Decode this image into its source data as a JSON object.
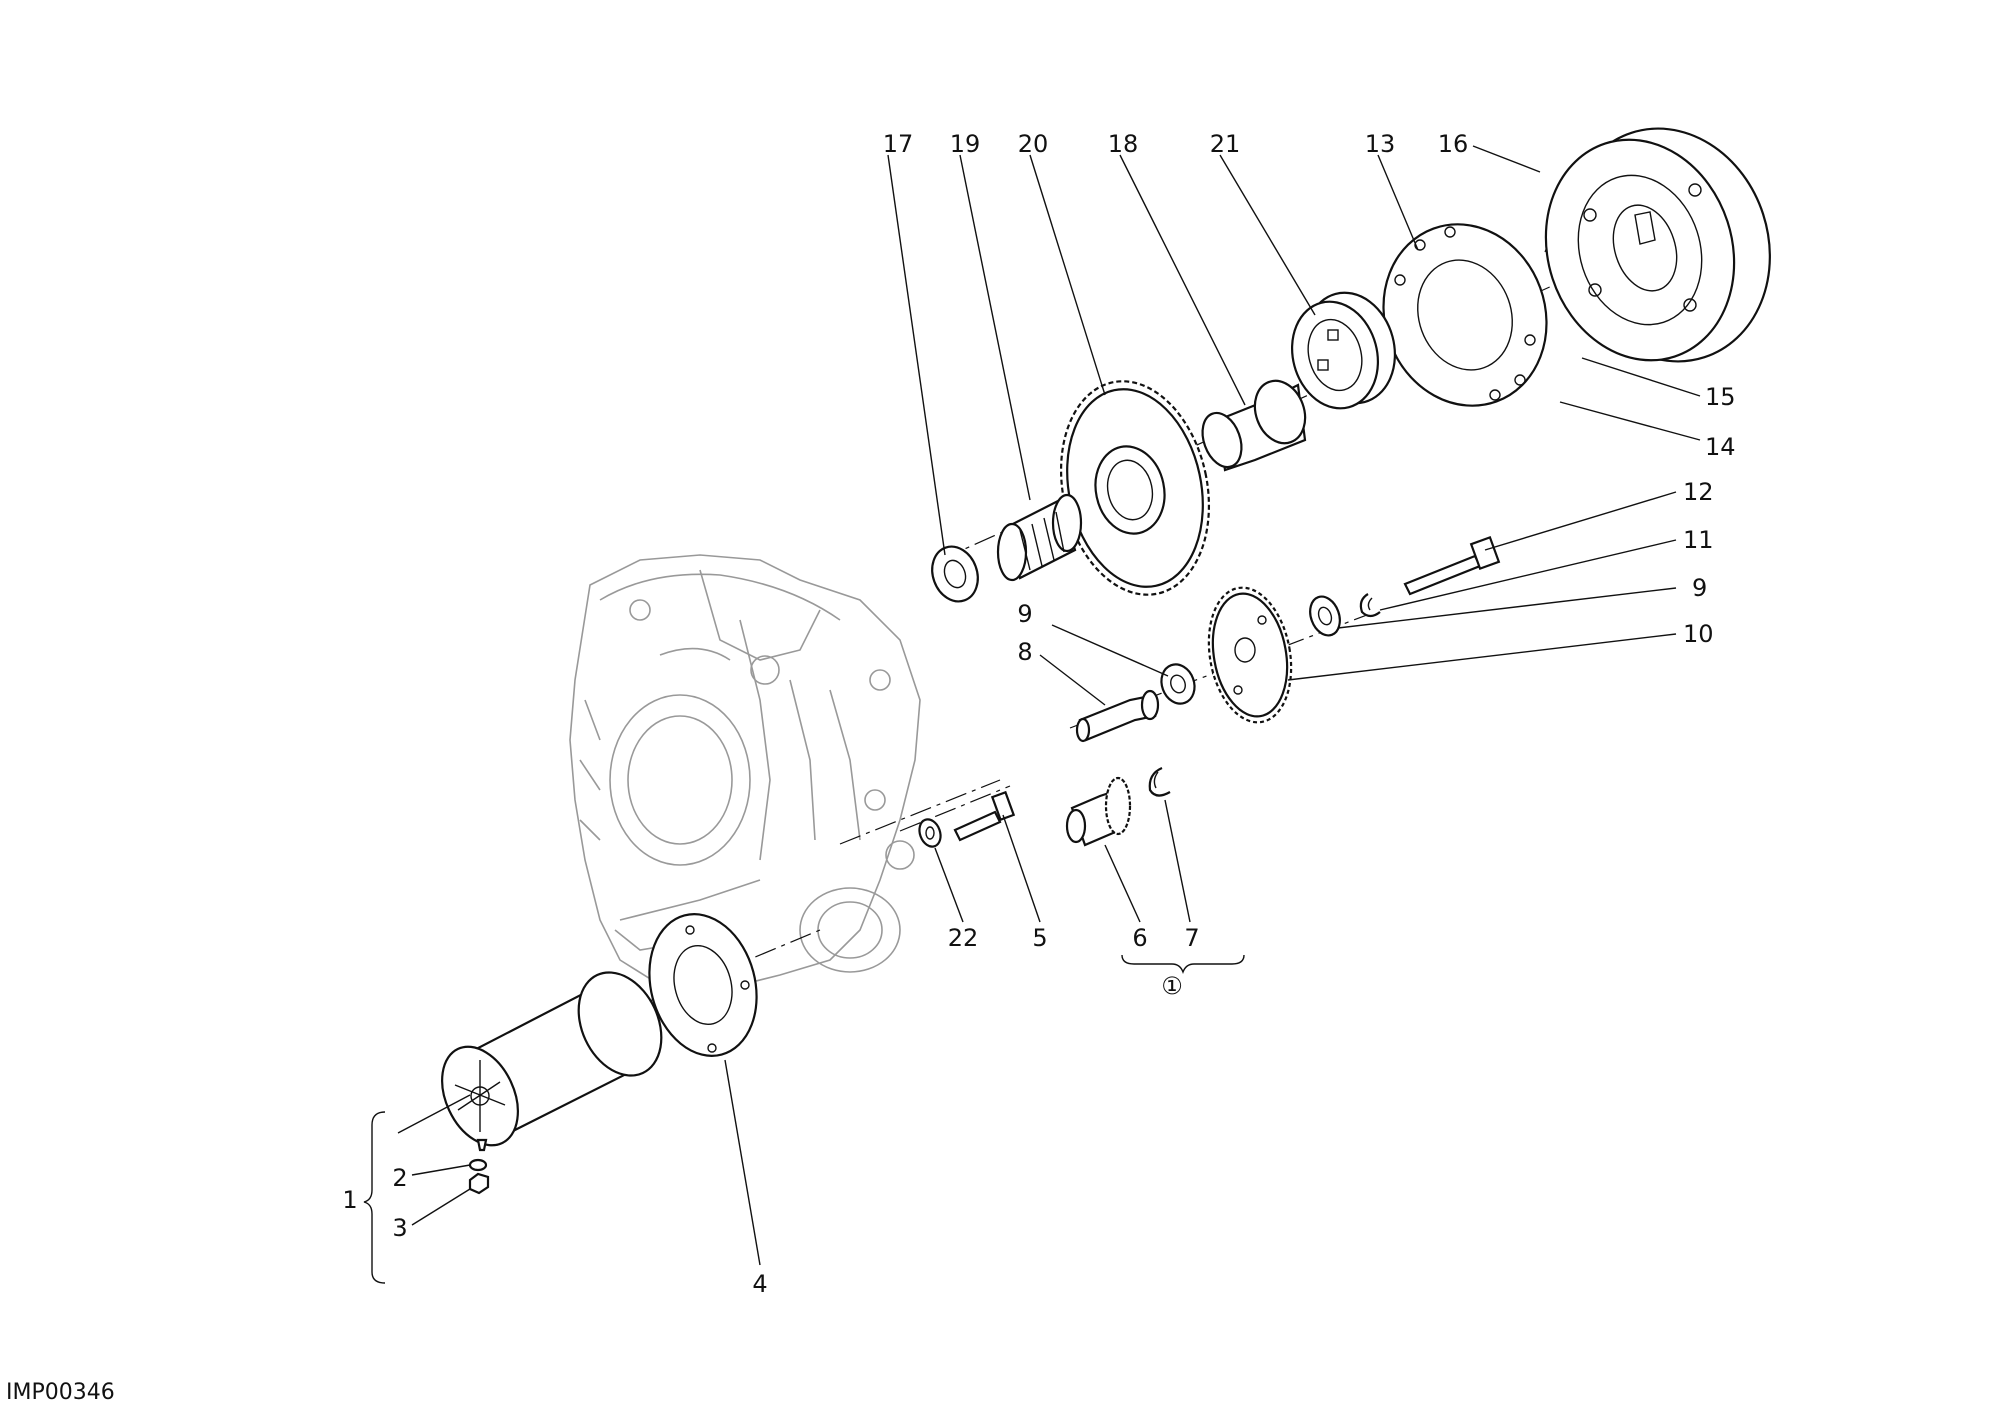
{
  "drawing_code": "IMP00346",
  "kit_symbol": "①",
  "callouts": {
    "c1": "1",
    "c2": "2",
    "c3": "3",
    "c4": "4",
    "c5": "5",
    "c6": "6",
    "c7": "7",
    "c8": "8",
    "c9a": "9",
    "c9b": "9",
    "c10": "10",
    "c11": "11",
    "c12": "12",
    "c13": "13",
    "c14": "14",
    "c15": "15",
    "c16": "16",
    "c17": "17",
    "c18": "18",
    "c19": "19",
    "c20": "20",
    "c21": "21",
    "c22": "22"
  }
}
